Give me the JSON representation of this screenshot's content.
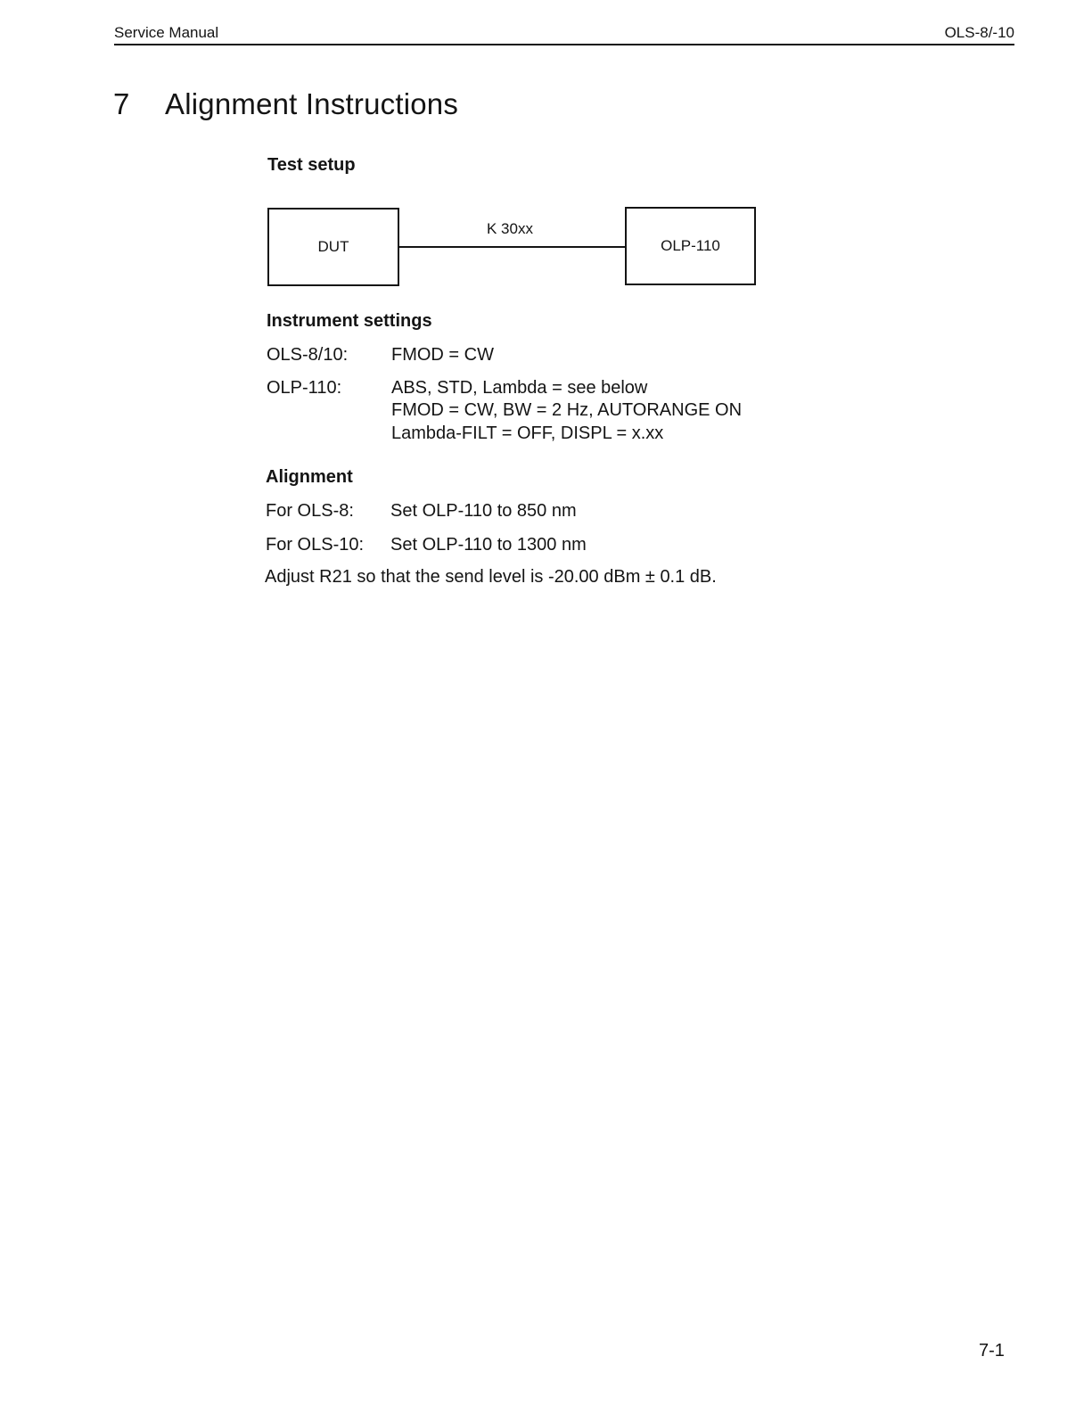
{
  "header": {
    "left": "Service Manual",
    "right": "OLS-8/-10"
  },
  "chapter": {
    "number": "7",
    "title": "Alignment Instructions"
  },
  "test_setup": {
    "heading": "Test setup",
    "diagram": {
      "left_box": "DUT",
      "right_box": "OLP-110",
      "cable_label": "K 30xx"
    }
  },
  "instrument_settings": {
    "heading": "Instrument settings",
    "rows": [
      {
        "label": "OLS-8/10:",
        "lines": [
          "FMOD = CW"
        ]
      },
      {
        "label": "OLP-110:",
        "lines": [
          "ABS, STD, Lambda = see below",
          "FMOD = CW, BW = 2 Hz, AUTORANGE ON",
          "Lambda-FILT = OFF, DISPL = x.xx"
        ]
      }
    ]
  },
  "alignment": {
    "heading": "Alignment",
    "rows": [
      {
        "label": "For OLS-8:",
        "value": "Set OLP-110 to 850 nm"
      },
      {
        "label": "For OLS-10:",
        "value": "Set OLP-110 to 1300 nm"
      }
    ],
    "instruction": "Adjust R21 so that the send level is -20.00 dBm ± 0.1 dB."
  },
  "footer": {
    "page_number": "7-1"
  }
}
